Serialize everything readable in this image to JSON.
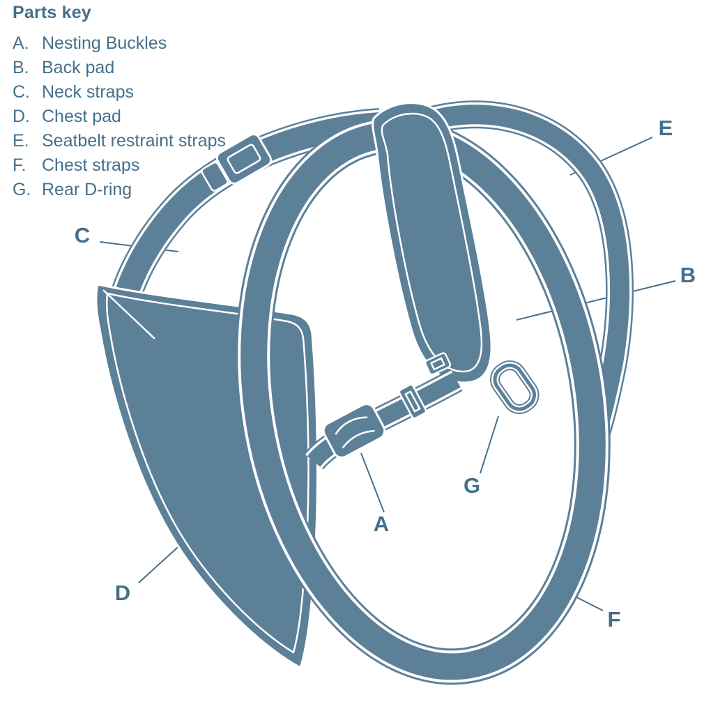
{
  "colors": {
    "strap": "#5c8098",
    "text": "#44708b",
    "white": "#ffffff",
    "background": "#ffffff"
  },
  "parts_key": {
    "title": "Parts key",
    "items": [
      {
        "letter": "A.",
        "name": "Nesting Buckles"
      },
      {
        "letter": "B.",
        "name": "Back pad"
      },
      {
        "letter": "C.",
        "name": "Neck straps"
      },
      {
        "letter": "D.",
        "name": "Chest pad"
      },
      {
        "letter": "E.",
        "name": "Seatbelt restraint straps"
      },
      {
        "letter": "F.",
        "name": "Chest straps"
      },
      {
        "letter": "G.",
        "name": "Rear D-ring"
      }
    ]
  },
  "diagram": {
    "labels": [
      {
        "text": "A"
      },
      {
        "text": "B"
      },
      {
        "text": "C"
      },
      {
        "text": "D"
      },
      {
        "text": "E"
      },
      {
        "text": "F"
      },
      {
        "text": "G"
      }
    ]
  }
}
